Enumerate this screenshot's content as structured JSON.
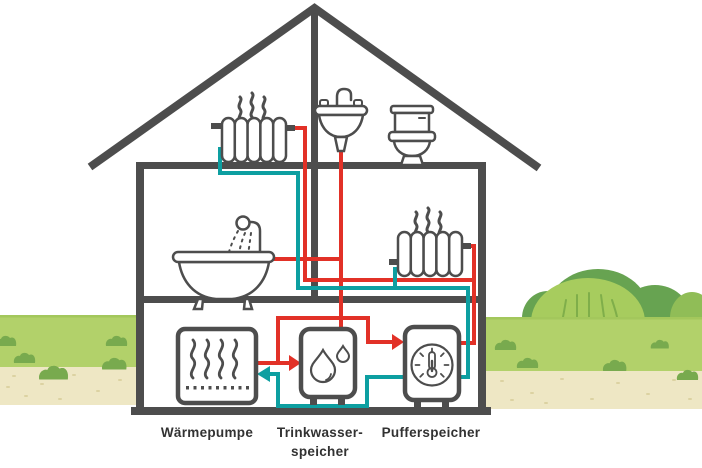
{
  "diagram": {
    "labels": {
      "heat_pump": "Wärmepumpe",
      "drinking_water_storage_line1": "Trinkwasser-",
      "drinking_water_storage_line2": "speicher",
      "buffer_storage": "Pufferspeicher"
    },
    "colors": {
      "outline_dark": "#4d4d4d",
      "hot_pipe_red": "#e23127",
      "return_pipe_teal": "#0d9fa1",
      "grass_green": "#b2d16a",
      "grass_edge": "#a3c75c",
      "grass_tuft_green": "#78aa4e",
      "bush_dark_green": "#67a351",
      "bush_light_green": "#a7cc5e",
      "bush_small_light_green": "#90bd57",
      "sand_beige": "#eee7c4",
      "sand_speckle": "#dcd2a2",
      "label_text": "#323232",
      "background": "#ffffff"
    },
    "icons": [
      "radiator-icon",
      "heat-waves-icon",
      "sink-icon",
      "toilet-icon",
      "bathtub-shower-icon",
      "heat-pump-icon",
      "water-drop-icon",
      "thermometer-gauge-icon",
      "bush-icon",
      "grass-tuft-icon",
      "flow-arrow-icon"
    ]
  }
}
